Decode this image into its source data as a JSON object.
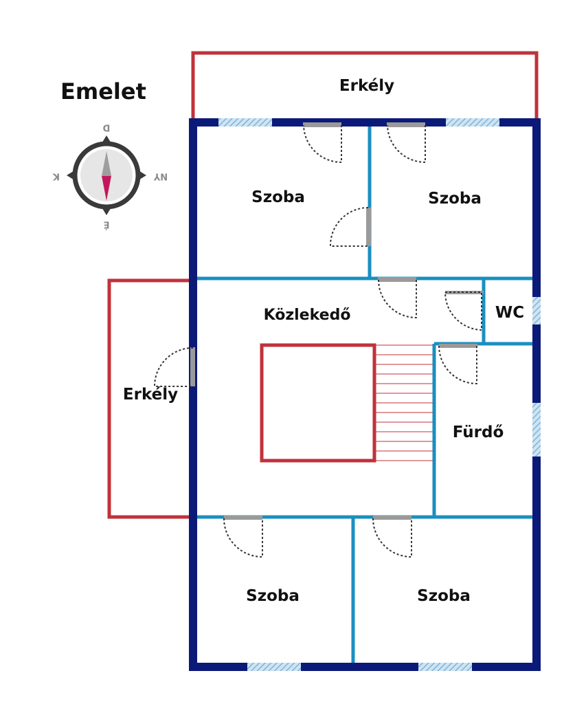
{
  "title": "Emelet",
  "colors": {
    "outer_wall": "#0b1a78",
    "inner_wall": "#1a8fc0",
    "balcony": "#c0323a",
    "window_fill": "#a9cfe8",
    "door_swing": "#333333",
    "compass_ring": "#3a3a3a",
    "compass_needle_south": "#c2185b",
    "compass_needle_north": "#9e9e9e"
  },
  "compass": {
    "north": "D",
    "south": "É",
    "west": "K",
    "east": "NY"
  },
  "rooms": {
    "balcony_top": "Erkély",
    "room_top_left": "Szoba",
    "room_top_right": "Szoba",
    "hallway": "Közlekedő",
    "wc": "WC",
    "balcony_left": "Erkély",
    "bathroom": "Fürdő",
    "room_bottom_left": "Szoba",
    "room_bottom_right": "Szoba"
  }
}
